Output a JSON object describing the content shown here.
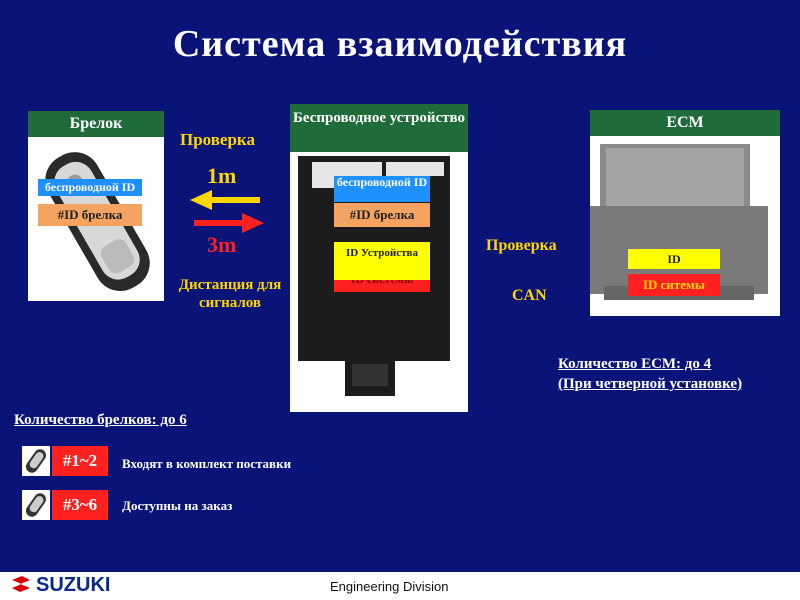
{
  "title": "Система взаимодействия",
  "fob": {
    "header": "Брелок",
    "wireless_id": "беспроводной ID",
    "fob_id": "#ID брелка"
  },
  "check_label": "Проверка",
  "dist_1": "1m",
  "dist_3": "3m",
  "signal_distance": "Дистанция для сигналов",
  "device": {
    "header": "Беспроводное устройство",
    "wireless_id": "беспроводной ID",
    "fob_id": "#ID брелка",
    "device_id": "ID Устройства",
    "system_id_under": "ID системы"
  },
  "can_check": "Проверка",
  "can_label": "CAN",
  "ecm": {
    "header": "ECM",
    "id": "ID",
    "system_id": "ID ситемы"
  },
  "ecm_count": "Количество ECM: до 4",
  "ecm_note": "(При четверной установке)",
  "fob_count": "Количество брелков: до 6",
  "rows": [
    {
      "badge": "#1~2",
      "text": "Входят в комплект поставки"
    },
    {
      "badge": "#3~6",
      "text": "Доступны на заказ"
    }
  ],
  "brand": "SUZUKI",
  "footer_text": "Engineering Division",
  "colors": {
    "background": "#0a1478",
    "header_green": "#1f6b3a",
    "accent_yellow": "#ffd700",
    "badge_red": "#ff2020"
  }
}
